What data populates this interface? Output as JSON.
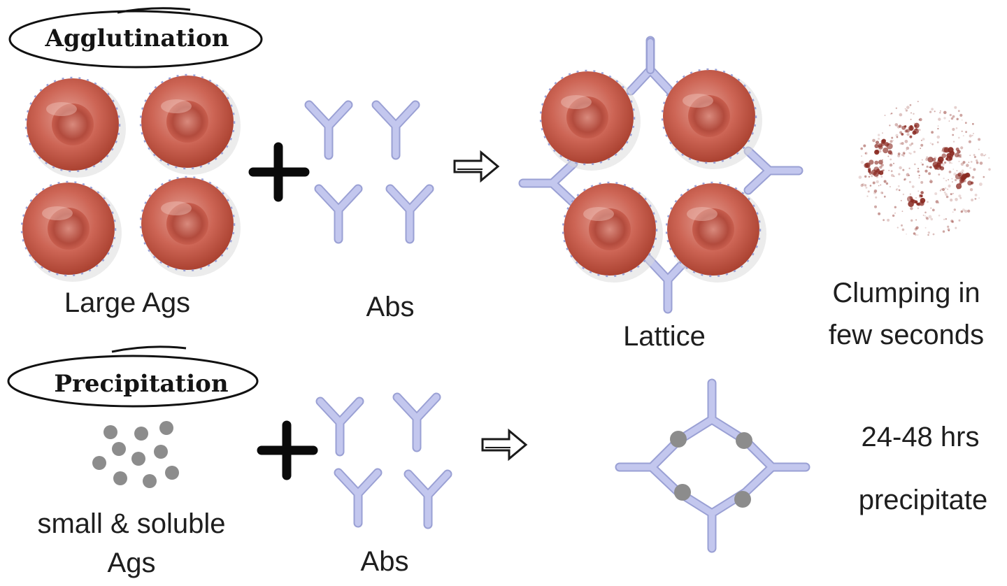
{
  "agglutination": {
    "title": "Agglutination",
    "antigen_label": "Large Ags",
    "antibody_label": "Abs",
    "result_label": "Lattice",
    "outcome_line1": "Clumping in",
    "outcome_line2": "few seconds"
  },
  "precipitation": {
    "title": "Precipitation",
    "antigen_label_line1": "small & soluble",
    "antigen_label_line2": "Ags",
    "antibody_label": "Abs",
    "time_label": "24-48 hrs",
    "outcome_label": "precipitate"
  },
  "colors": {
    "antibody": "#b8bde6",
    "antibody_edge": "#9aa0d4",
    "rbc": "#c6584a",
    "antigen_dot": "#8c8c8c",
    "clump": "#8a2a22"
  }
}
